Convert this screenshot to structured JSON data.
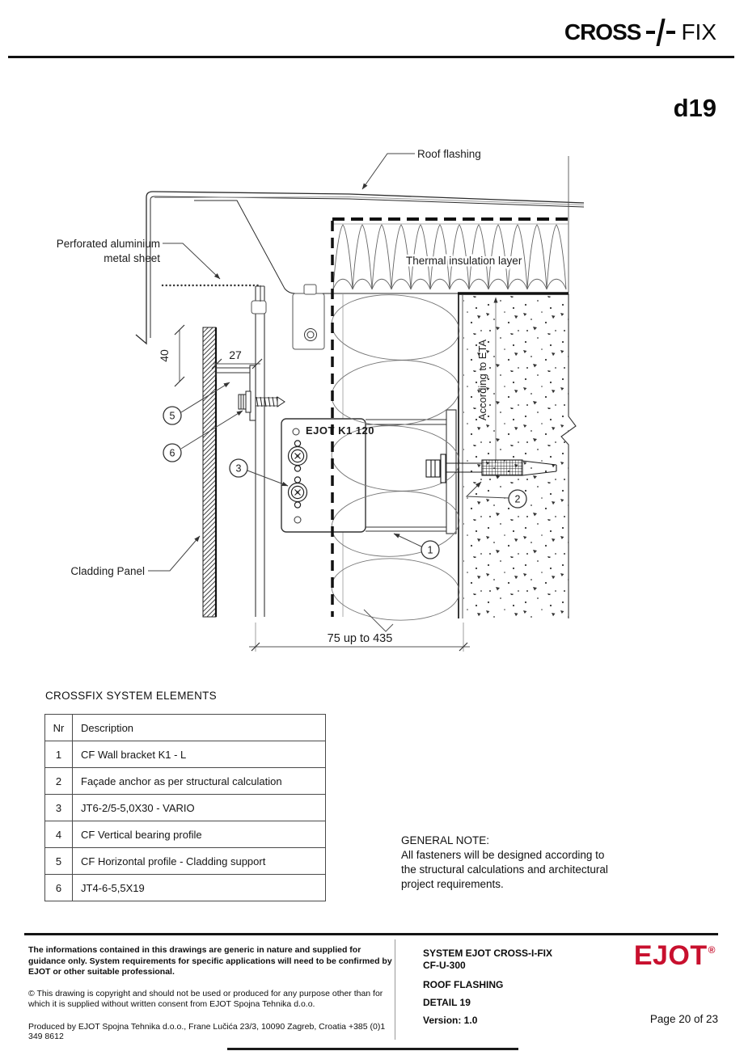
{
  "header": {
    "brand_left": "CROSS",
    "brand_right": "FIX",
    "detail_code": "d19"
  },
  "drawing": {
    "labels": {
      "roof_flashing": "Roof flashing",
      "perforated_line1": "Perforated aluminium",
      "perforated_line2": "metal sheet",
      "thermal_insulation": "Thermal insulation layer",
      "according_to_eta": "According to ETA",
      "cladding_panel": "Cladding Panel",
      "bracket_marking": "EJOT K1 120"
    },
    "dimensions": {
      "profile_height": "40",
      "profile_depth": "27",
      "bracket_range": "75 up to 435"
    },
    "callouts": {
      "n1": "1",
      "n2": "2",
      "n3": "3",
      "n5": "5",
      "n6": "6"
    }
  },
  "elements_table": {
    "title": "CROSSFIX SYSTEM ELEMENTS",
    "headers": {
      "nr": "Nr",
      "description": "Description"
    },
    "rows": [
      {
        "nr": "1",
        "description": "CF Wall bracket K1 - L"
      },
      {
        "nr": "2",
        "description": "Façade anchor as per structural calculation"
      },
      {
        "nr": "3",
        "description": "JT6-2/5-5,0X30 - VARIO"
      },
      {
        "nr": "4",
        "description": "CF Vertical bearing profile"
      },
      {
        "nr": "5",
        "description": "CF Horizontal profile - Cladding support"
      },
      {
        "nr": "6",
        "description": "JT4-6-5,5X19"
      }
    ]
  },
  "general_note": {
    "title": "GENERAL NOTE:",
    "body": "All fasteners will be designed according to the structural calculations and architectural project requirements."
  },
  "footer": {
    "disclaimer": "The informations contained in this drawings are generic in nature and supplied for guidance only. System requirements for specific applications will need to be confirmed by EJOT or other suitable professional.",
    "copyright": "© This drawing is copyright and should not be used or produced for any purpose other than for which it is supplied without written consent from EJOT Spojna Tehnika d.o.o.",
    "produced_by": "Produced by EJOT Spojna Tehnika d.o.o., Frane Lučića 23/3, 10090 Zagreb, Croatia +385 (0)1 349 8612",
    "system_name": "SYSTEM EJOT CROSS-I-FIX",
    "system_code": "CF-U-300",
    "drawing_title": "ROOF FLASHING",
    "detail": "DETAIL 19",
    "version": "Version: 1.0",
    "logo": "EJOT",
    "logo_reg": "®",
    "page": "Page 20 of 23"
  },
  "colors": {
    "ejot_red": "#C8102E",
    "line_dark": "#1a1a1a"
  }
}
